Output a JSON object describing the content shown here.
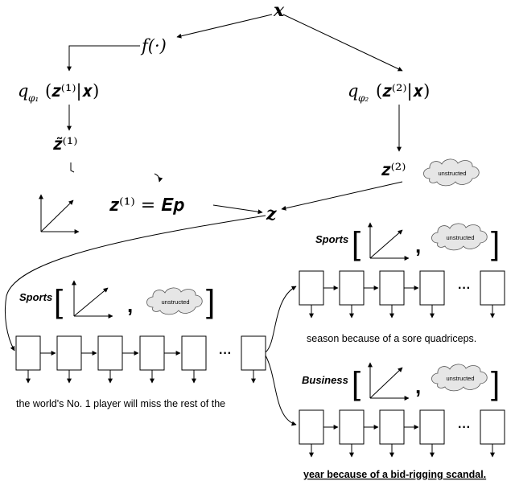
{
  "math": {
    "x": "𝒙",
    "f": "f(·)",
    "q1": "q",
    "q1_sub": "φ₁",
    "q1_args": "(𝒛⁽¹⁾|𝒙)",
    "q2": "q",
    "q2_sub": "φ₂",
    "q2_args": "(𝒛⁽²⁾|𝒙)",
    "z1_tilde": "𝒛̃⁽¹⁾",
    "z2": "𝒛⁽²⁾",
    "z1_eq": "𝒛⁽¹⁾ = 𝑬𝒑",
    "z": "𝒛"
  },
  "cloud_label": "unstructed",
  "ellipsis": "···",
  "panels": {
    "source": {
      "topic": "Sports",
      "sentence": "the world's No. 1 player will miss the rest of the"
    },
    "sports": {
      "topic": "Sports",
      "sentence": "season because of a sore quadriceps."
    },
    "business": {
      "topic": "Business",
      "sentence": "year because of a bid-rigging scandal."
    }
  }
}
